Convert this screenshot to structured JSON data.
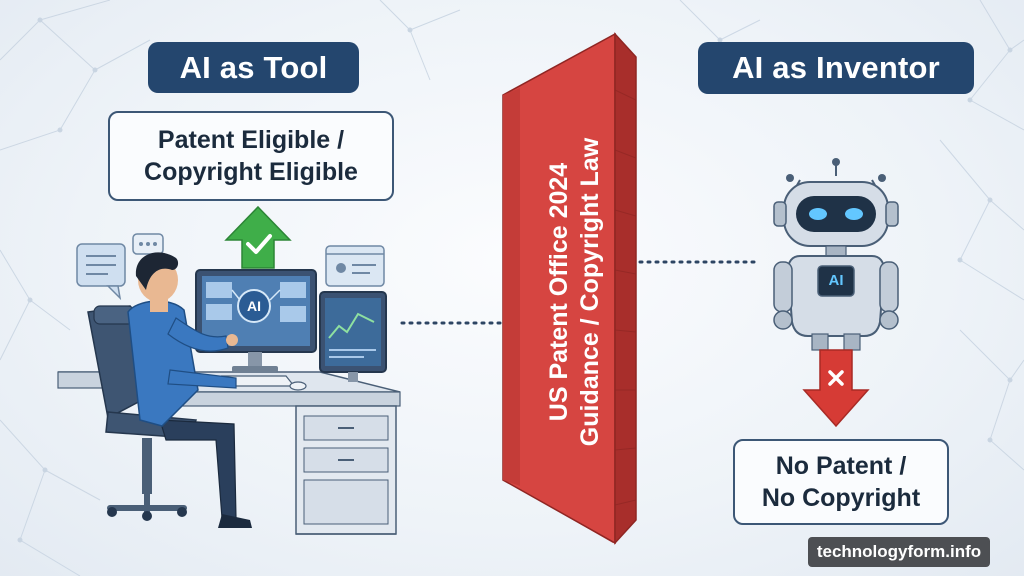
{
  "left": {
    "header": "AI as Tool",
    "outcome_line1": "Patent Eligible /",
    "outcome_line2": "Copyright Eligible",
    "screen_badge": "AI"
  },
  "right": {
    "header": "AI as Inventor",
    "outcome_line1": "No Patent /",
    "outcome_line2": "No Copyright",
    "robot_badge": "AI"
  },
  "wall": {
    "line1": "US Patent Office 2024",
    "line2": "Guidance / Copyright Law"
  },
  "watermark": "technologyform.info",
  "colors": {
    "header_bg": "#24466e",
    "wall_red": "#d64541",
    "eligible_green": "#3fae49",
    "denied_red": "#d63b35"
  },
  "icons": {
    "eligible": "checkmark-arrow-up-icon",
    "denied": "x-arrow-down-icon"
  }
}
